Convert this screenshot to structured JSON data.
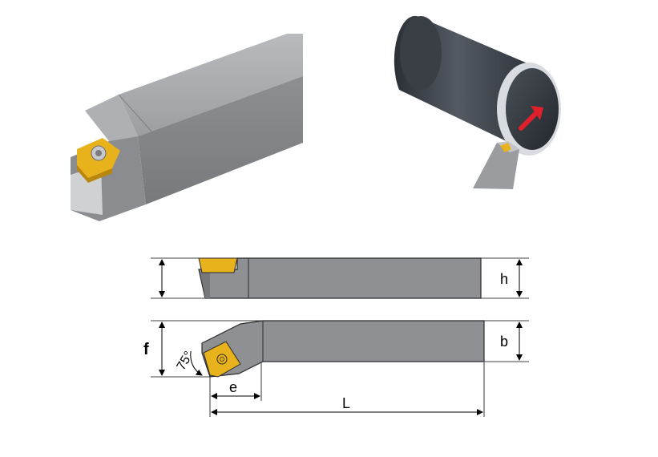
{
  "labels": {
    "h": "h",
    "b": "b",
    "f": "f",
    "e": "e",
    "L": "L",
    "angle": "75°"
  },
  "colors": {
    "tool_body": "#8e9093",
    "tool_body_light": "#a7a9ac",
    "tool_body_dark": "#6f7174",
    "insert_gold": "#e8b21c",
    "workpiece_dark": "#3a3f46",
    "arrow_red": "#e0202a",
    "outline": "#2a2a2a"
  }
}
